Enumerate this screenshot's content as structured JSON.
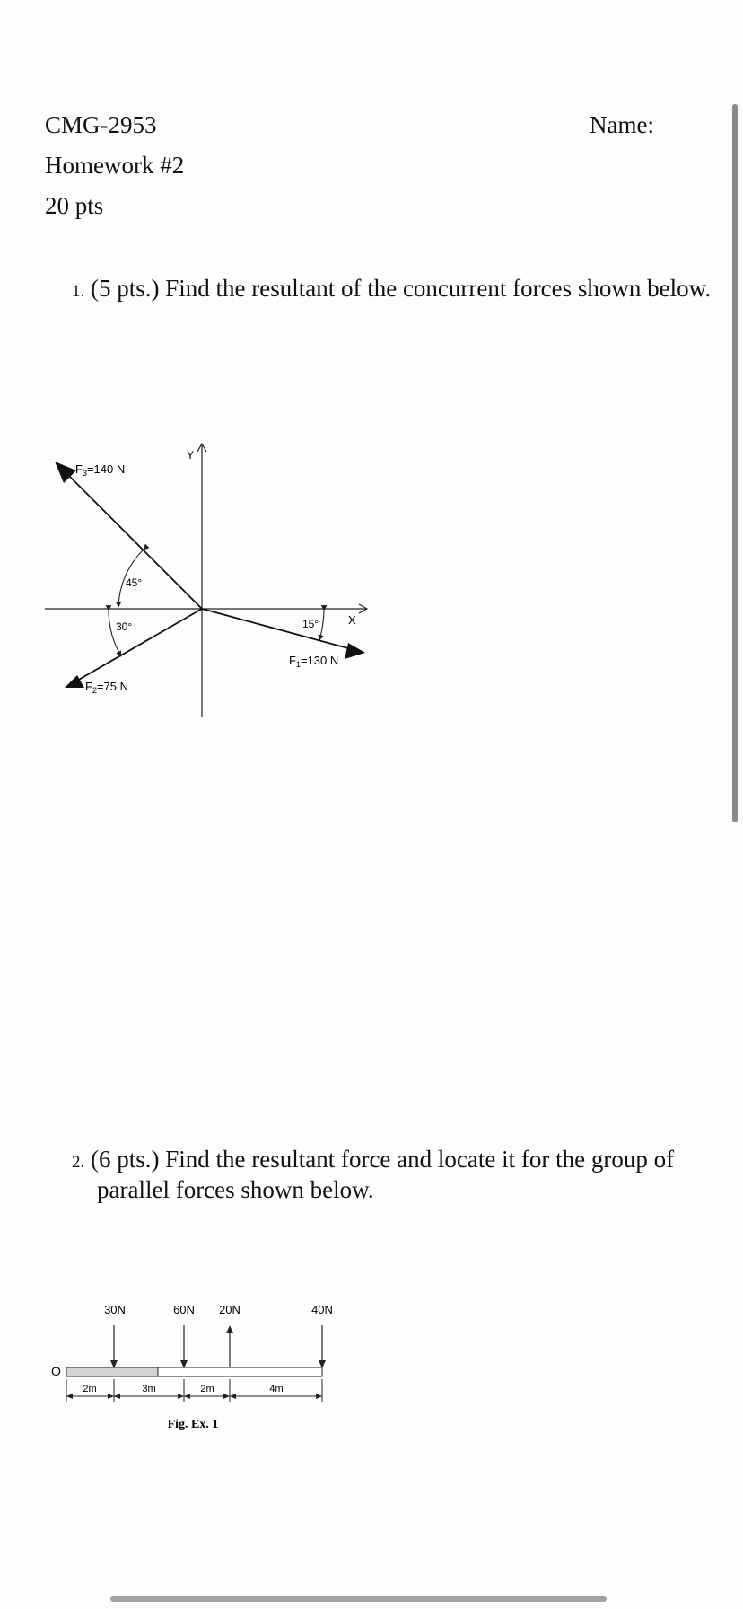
{
  "header": {
    "course": "CMG-2953",
    "assignment": "Homework #2",
    "points": "20 pts",
    "name_label": "Name:"
  },
  "question1": {
    "number": "1.",
    "text": "(5 pts.) Find the resultant of the concurrent forces shown below.",
    "diagram": {
      "axis_x": "X",
      "axis_y": "Y",
      "f1": {
        "label": "F",
        "sub": "1",
        "value": "=130 N",
        "angle": "15°",
        "angle_deg": -15
      },
      "f2": {
        "label": "F",
        "sub": "2",
        "value": "=75 N",
        "angle": "30°",
        "angle_deg": 210
      },
      "f3": {
        "label": "F",
        "sub": "3",
        "value": "=140 N",
        "angle": "45°",
        "angle_deg": 135
      }
    }
  },
  "question2": {
    "number": "2.",
    "text_line1": "(6 pts.) Find the resultant force and locate it for the group of",
    "text_line2": "parallel forces shown below.",
    "diagram": {
      "origin_label": "O",
      "forces": [
        {
          "label": "30N",
          "position_m": 2,
          "direction": "down"
        },
        {
          "label": "60N",
          "position_m": 5,
          "direction": "down"
        },
        {
          "label": "20N",
          "position_m": 7,
          "direction": "up"
        },
        {
          "label": "40N",
          "position_m": 11,
          "direction": "down"
        }
      ],
      "spacings": [
        "2m",
        "3m",
        "2m",
        "4m"
      ],
      "caption": "Fig. Ex. 1"
    }
  }
}
